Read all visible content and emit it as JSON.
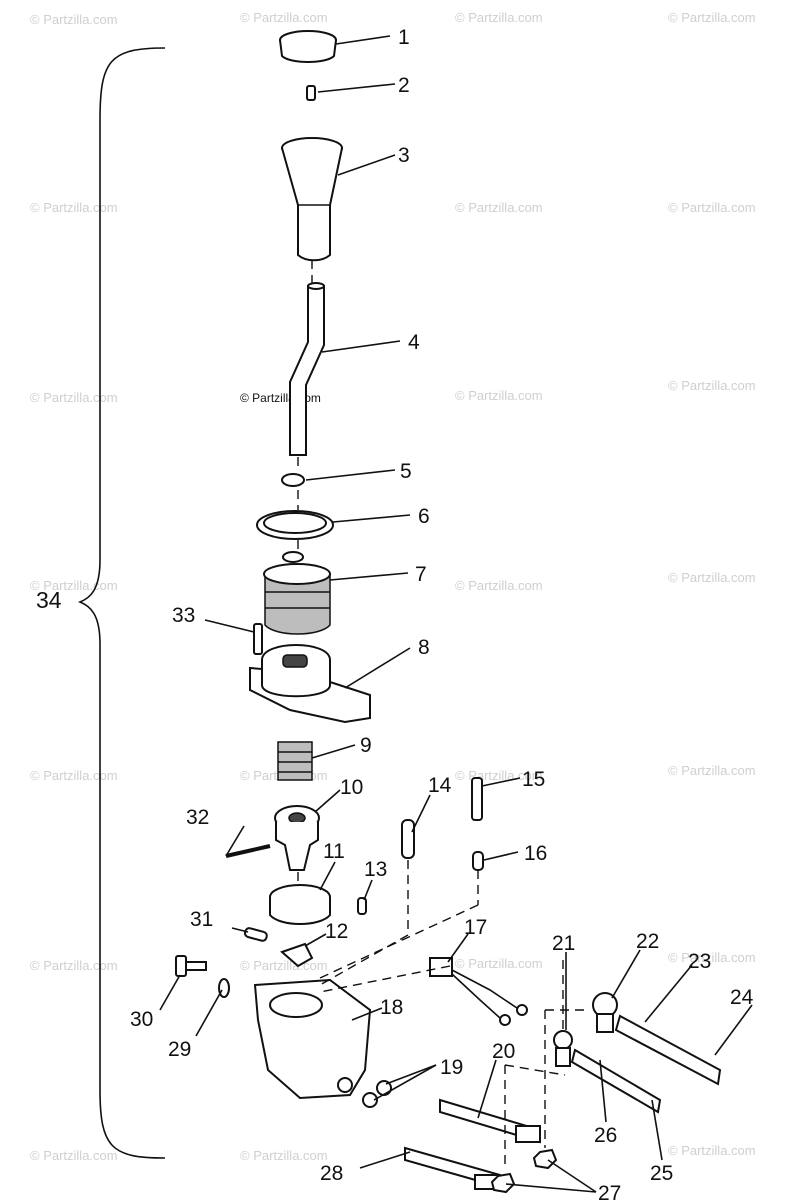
{
  "watermark": "© Partzilla.com",
  "copyright": "© Partzilla.com",
  "assembly_label": "34",
  "callouts": [
    "1",
    "2",
    "3",
    "4",
    "5",
    "6",
    "7",
    "8",
    "9",
    "10",
    "11",
    "12",
    "13",
    "14",
    "15",
    "16",
    "17",
    "18",
    "19",
    "20",
    "21",
    "22",
    "23",
    "24",
    "25",
    "26",
    "27",
    "28",
    "29",
    "30",
    "31",
    "32",
    "33"
  ]
}
